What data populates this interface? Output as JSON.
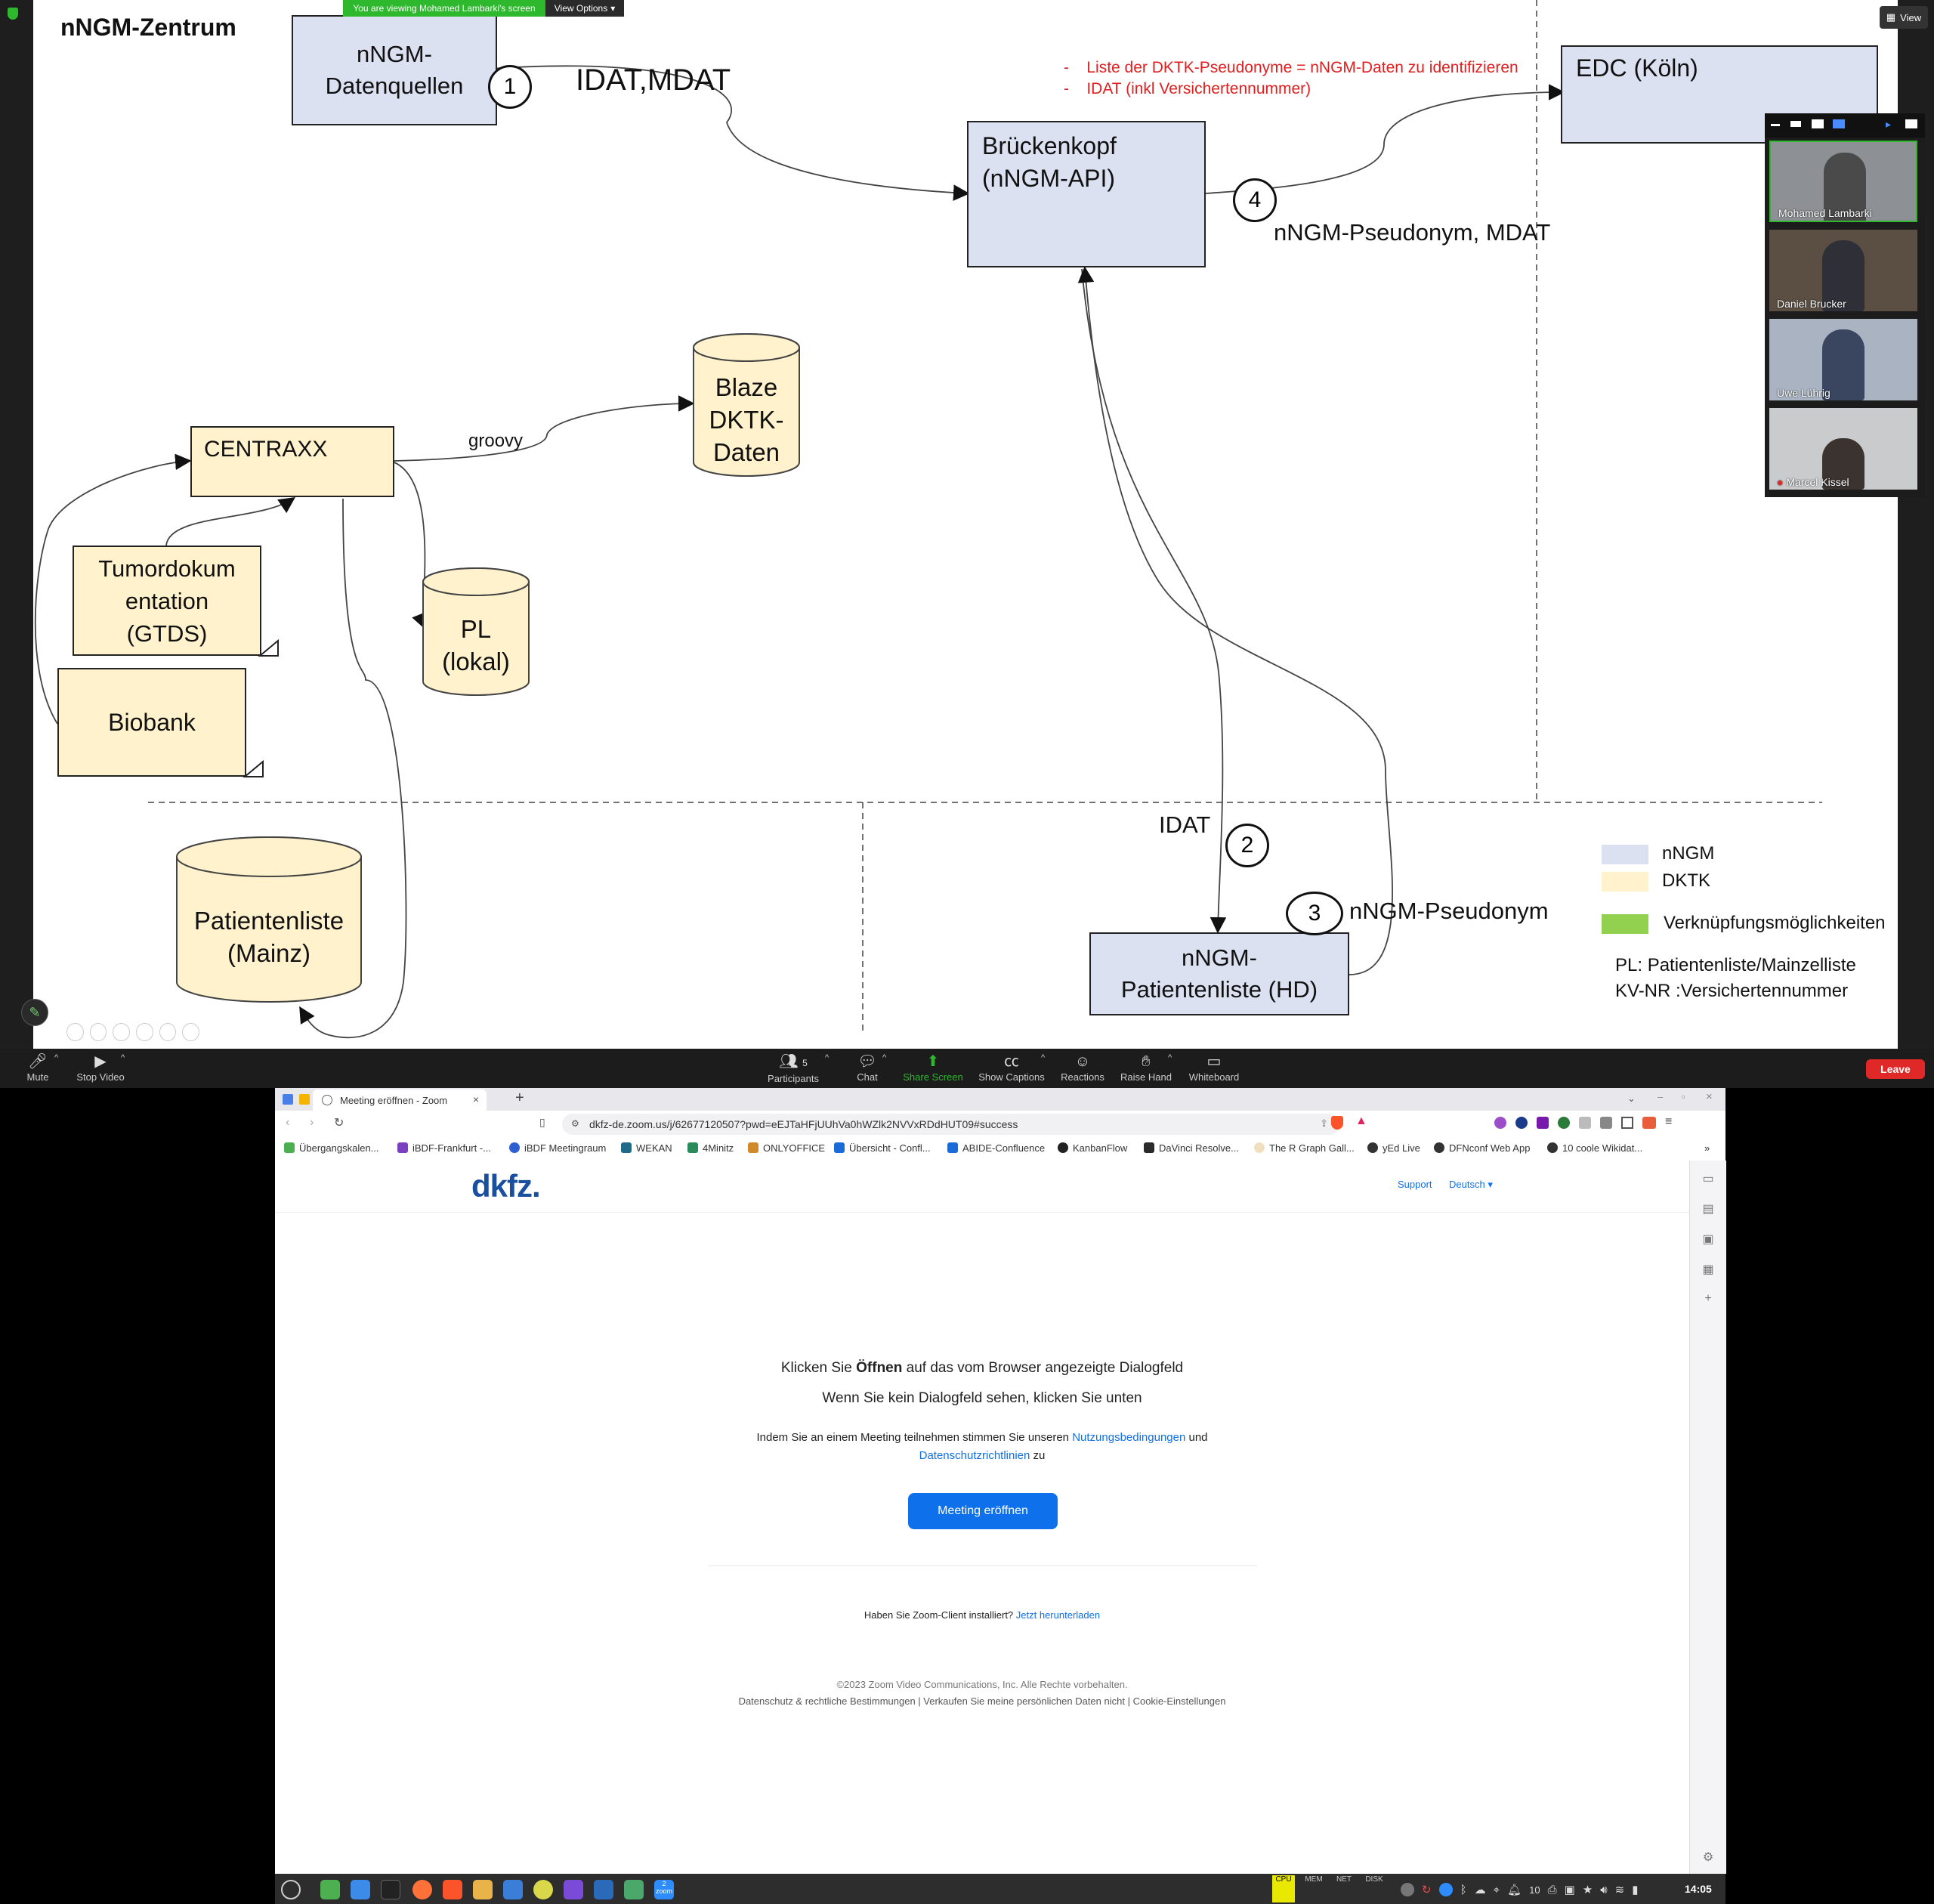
{
  "zoom": {
    "share_banner": "You are viewing Mohamed Lambarki's screen",
    "view_options": "View Options",
    "view_button": "View",
    "participants": [
      {
        "name": "Mohamed Lambarki",
        "active": true
      },
      {
        "name": "Daniel Brucker",
        "active": false
      },
      {
        "name": "Uwe Lührig",
        "active": false
      },
      {
        "name": "Marcel Kissel",
        "active": false
      }
    ],
    "toolbar": {
      "mute": "Mute",
      "stop_video": "Stop Video",
      "participants": "Participants",
      "participants_count": "5",
      "chat": "Chat",
      "share_screen": "Share Screen",
      "show_captions": "Show Captions",
      "reactions": "Reactions",
      "raise_hand": "Raise Hand",
      "whiteboard": "Whiteboard",
      "leave": "Leave"
    }
  },
  "diagram": {
    "title": "nNGM-Zentrum",
    "nodes": {
      "datenquellen": "nNGM-\nDatenquellen",
      "brueckenkopf": "Brückenkopf\n(nNGM-API)",
      "edc": "EDC (Köln)",
      "centraxx": "CENTRAXX",
      "blaze": "Blaze\nDKTK-\nDaten",
      "tumordoku": "Tumordokum\nentation\n(GTDS)",
      "pl_lokal": "PL\n(lokal)",
      "biobank": "Biobank",
      "patientenliste_mainz": "Patientenliste\n(Mainz)",
      "patientenliste_hd": "nNGM-\nPatientenliste (HD)"
    },
    "edges": {
      "idat_mdat": "IDAT,MDAT",
      "groovy": "groovy",
      "pseudonym_mdat": "nNGM-Pseudonym, MDAT",
      "idat": "IDAT",
      "pseudonym": "nNGM-Pseudonym"
    },
    "steps": [
      "1",
      "2",
      "3",
      "4"
    ],
    "notes": [
      "Liste der DKTK-Pseudonyme = nNGM-Daten zu identifizieren",
      "IDAT (inkl Versichertennummer)"
    ],
    "legend": [
      {
        "label": "nNGM",
        "color": "#dce1f2"
      },
      {
        "label": "DKTK",
        "color": "#fff2cc"
      },
      {
        "label": "Verknüpfungsmöglichkeiten",
        "color": "#92d050"
      }
    ],
    "abbreviations": [
      "PL: Patientenliste/Mainzelliste",
      "KV-NR :Versichertennummer"
    ],
    "note_color": "#e02020"
  },
  "browser": {
    "tab_title": "Meeting eröffnen - Zoom",
    "url": "dkfz-de.zoom.us/j/62677120507?pwd=eEJTaHFjUUhVa0hWZlk2NVVxRDdHUT09#success",
    "bookmarks": [
      "Übergangskalen...",
      "iBDF-Frankfurt -...",
      "iBDF Meetingraum",
      "WEKAN",
      "4Minitz",
      "ONLYOFFICE",
      "Übersicht - Confl...",
      "ABIDE-Confluence",
      "KanbanFlow",
      "DaVinci Resolve...",
      "The R Graph Gall...",
      "yEd Live",
      "DFNconf Web App",
      "10 coole Wikidat..."
    ]
  },
  "page": {
    "logo": "dkfz.",
    "support": "Support",
    "language": "Deutsch",
    "line1_pre": "Klicken Sie ",
    "line1_bold": "Öffnen",
    "line1_post": " auf das vom Browser angezeigte Dialogfeld",
    "line2": "Wenn Sie kein Dialogfeld sehen, klicken Sie unten",
    "terms_pre": "Indem Sie an einem Meeting teilnehmen stimmen Sie unseren ",
    "terms_link": "Nutzungsbedingungen",
    "terms_mid": " und",
    "privacy_link": "Datenschutzrichtlinien",
    "privacy_post": " zu",
    "open_button": "Meeting eröffnen",
    "installed_q": "Haben Sie Zoom-Client installiert? ",
    "download_link": "Jetzt herunterladen",
    "copyright": "©2023 Zoom Video Communications, Inc. Alle Rechte vorbehalten.",
    "footer_links": [
      "Datenschutz & rechtliche Bestimmungen",
      "Verkaufen Sie meine persönlichen Daten nicht",
      "Cookie-Einstellungen"
    ]
  },
  "taskbar": {
    "monitors": [
      "CPU",
      "MEM",
      "NET",
      "DISK"
    ],
    "tray_count": "10",
    "zoom_badge": "2",
    "zoom_label": "zoom",
    "clock": "14:05"
  }
}
